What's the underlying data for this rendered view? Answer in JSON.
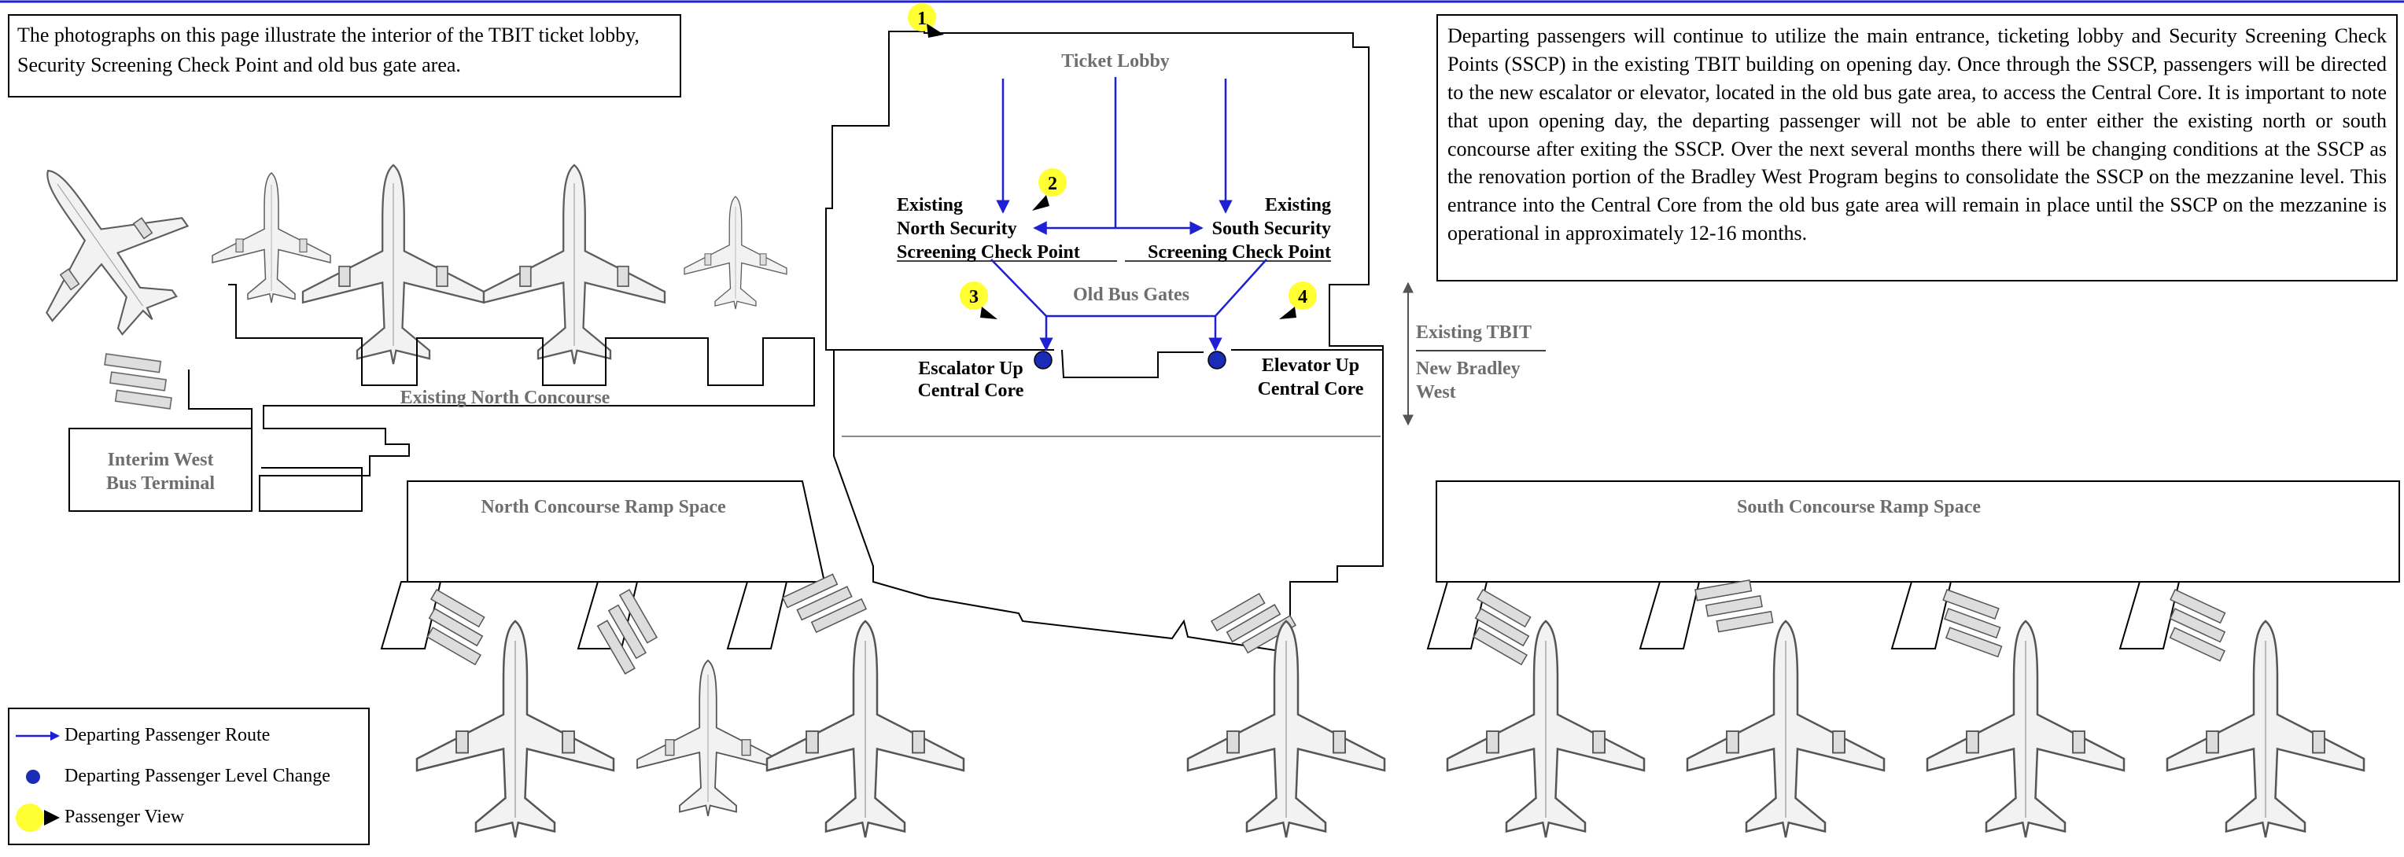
{
  "intro_text": "The photographs on this page illustrate the interior of the TBIT ticket lobby, Security Screening Check Point and old bus gate area.",
  "description_text": "Departing passengers will continue to utilize the main entrance, ticketing lobby and Security Screening Check Points (SSCP) in the existing TBIT building on opening day. Once through the SSCP, passengers will be directed to the new escalator or elevator, located in the old bus gate area, to access the Central Core. It is important to note that upon opening day, the departing passenger will not be able to enter either the existing north or south concourse after exiting the SSCP. Over the next several months there will be changing conditions at the SSCP as the renovation portion of the Bradley West Program begins to consolidate the SSCP on the mezzanine level. This entrance into the Central Core from the old bus gate area will remain in place until the SSCP on the mezzanine is operational in approximately 12-16 months.",
  "labels": {
    "ticket_lobby": "Ticket Lobby",
    "north_sscp_1": "Existing",
    "north_sscp_2": "North Security",
    "north_sscp_3": "Screening Check Point",
    "south_sscp_1": "Existing",
    "south_sscp_2": "South Security",
    "south_sscp_3": "Screening Check Point",
    "old_bus_gates": "Old Bus Gates",
    "escalator_1": "Escalator Up",
    "escalator_2": "Central Core",
    "elevator_1": "Elevator Up",
    "elevator_2": "Central Core",
    "existing_tbit": "Existing TBIT",
    "new_bradley_1": "New Bradley",
    "new_bradley_2": "West",
    "north_concourse": "Existing North Concourse",
    "interim_west_1": "Interim West",
    "interim_west_2": "Bus Terminal",
    "north_ramp": "North Concourse Ramp Space",
    "south_ramp": "South Concourse Ramp Space"
  },
  "markers": [
    "1",
    "2",
    "3",
    "4"
  ],
  "legend": {
    "route": "Departing Passenger Route",
    "level_change": "Departing Passenger Level Change",
    "view": "Passenger View"
  },
  "colors": {
    "route": "#1f1fd6",
    "level_change": "#1a2bb8",
    "marker": "#ffff33",
    "label_gray": "#6e6e6e"
  }
}
